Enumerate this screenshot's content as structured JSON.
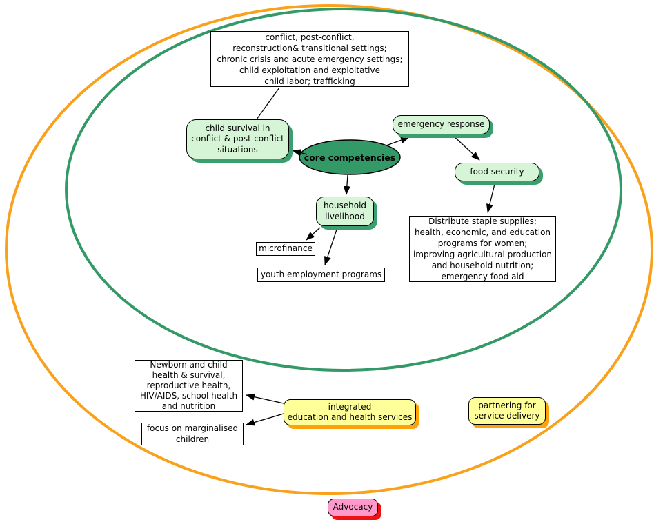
{
  "colors": {
    "outer_ellipse_stroke": "#F9A11B",
    "inner_ellipse_stroke": "#339966",
    "core_ellipse_fill": "#339966",
    "green_node_fill": "#D6F5D6",
    "green_node_shadow": "#3A9E6E",
    "yellow_node_fill": "#FFFF99",
    "yellow_node_shadow": "#FFA10A",
    "pink_node_fill": "#FF99CC",
    "pink_node_shadow": "#EE1111"
  },
  "core": {
    "label": "core competencies"
  },
  "nodes": {
    "conflict_settings": {
      "label": "conflict, post-conflict,\nreconstruction& transitional settings;\nchronic crisis and acute emergency settings;\nchild exploitation and exploitative\nchild labor; trafficking"
    },
    "child_survival": {
      "label": "child survival in\nconflict & post-conflict\nsituations"
    },
    "emergency_response": {
      "label": "emergency response"
    },
    "food_security": {
      "label": "food security"
    },
    "household_livelihood": {
      "label": "household\nlivelihood"
    },
    "microfinance": {
      "label": "microfinance"
    },
    "youth_employment": {
      "label": "youth employment programs"
    },
    "food_security_detail": {
      "label": "Distribute staple supplies;\nhealth, economic, and education\nprograms for women;\nimproving agricultural production\nand household nutrition;\nemergency food aid"
    },
    "newborn_health": {
      "label": "Newborn and child\nhealth & survival,\nreproductive health,\nHIV/AIDS, school health\nand nutrition"
    },
    "marginalised_children": {
      "label": "focus on marginalised\nchildren"
    },
    "integrated_services": {
      "label": "integrated\neducation and health services"
    },
    "partnering": {
      "label": "partnering for\nservice delivery"
    },
    "advocacy": {
      "label": "Advocacy"
    }
  }
}
